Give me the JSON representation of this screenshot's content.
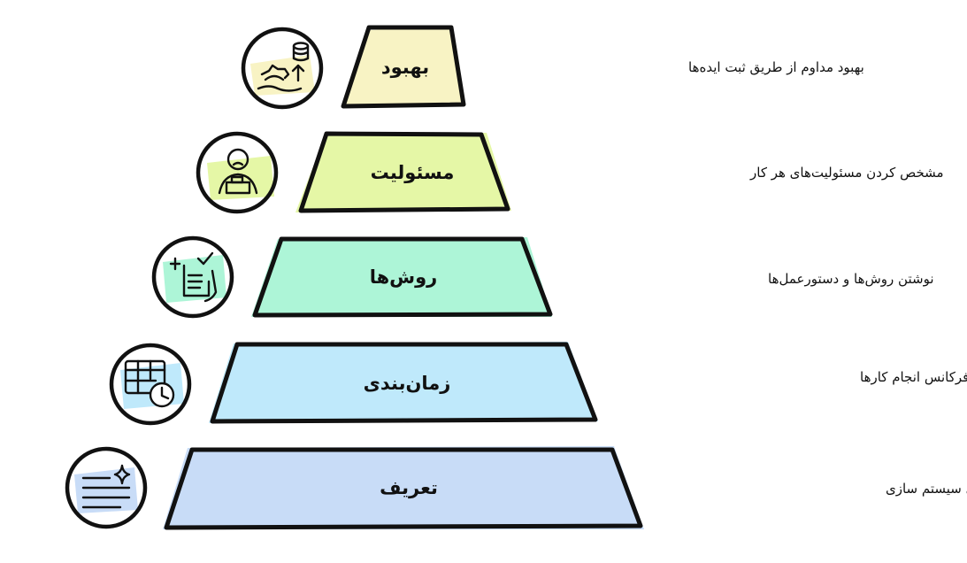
{
  "pyramid": {
    "tiers": [
      {
        "label": "بهبود",
        "description": "بهبود مداوم از طریق ثبت ایده‌ها",
        "color": "#f8f3c4",
        "icon": "gear-database-upload-icon"
      },
      {
        "label": "مسئولیت",
        "description": "مشخص کردن مسئولیت‌های هر کار",
        "color": "#e5f7a6",
        "icon": "person-desk-icon"
      },
      {
        "label": "روش‌ها",
        "description": "نوشتن روش‌ها و دستورعمل‌ها",
        "color": "#adf5d7",
        "icon": "checklist-document-icon"
      },
      {
        "label": "زمان‌بندی",
        "description": "تعیین زمان‌بندی یا فرکانس انجام کارها",
        "color": "#bfe9fb",
        "icon": "schedule-clock-icon"
      },
      {
        "label": "تعریف",
        "description": "مشخص کردن کارهای سیستم سازی",
        "color": "#c8dcf7",
        "icon": "text-sparkle-icon"
      }
    ]
  }
}
